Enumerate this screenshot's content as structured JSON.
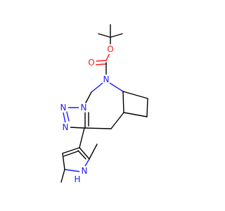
{
  "molecule": {
    "atom_labels": {
      "o_ester": "O",
      "o_carbonyl": "O",
      "n_bridge": "N",
      "n_triazole_1": "N",
      "n_triazole_2": "N",
      "n_triazole_3": "N",
      "n_pyrrole": "N",
      "h_pyrrole": "H"
    },
    "colors": {
      "bond": "#000000",
      "nitrogen": "#1a1aff",
      "oxygen": "#ff1a1a",
      "background": "#ffffff"
    }
  }
}
